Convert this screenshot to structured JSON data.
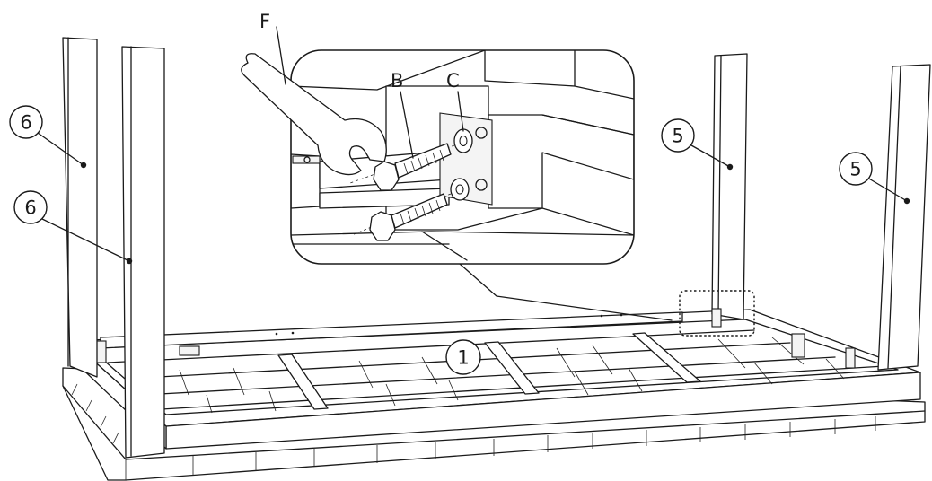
{
  "labels": {
    "wrench": "F",
    "bolt": "B",
    "washer": "C",
    "frame": "1",
    "leg_left_back": "6",
    "leg_left_front": "6",
    "leg_right_back": "5",
    "leg_right_front": "5"
  }
}
